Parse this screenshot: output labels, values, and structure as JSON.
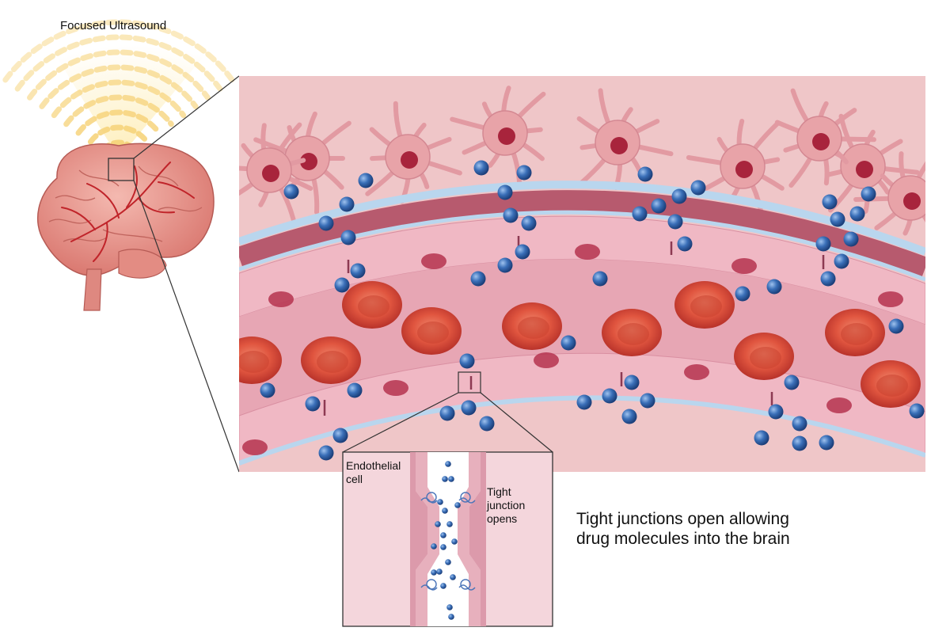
{
  "labels": {
    "ultrasound": "Focused Ultrasound",
    "endothelial_line1": "Endothelial",
    "endothelial_line2": "cell",
    "tight_line1": "Tight",
    "tight_line2": "junction",
    "tight_line3": "opens",
    "caption_line1": "Tight junctions open allowing",
    "caption_line2": "drug molecules into the brain"
  },
  "colors": {
    "ultrasound_wave": "#f6d37a",
    "brain": "#e89a92",
    "brain_vessel": "#c0242a",
    "tissue_background": "#efc6c8",
    "neuron": "#e8a3a8",
    "neuron_nucleus": "#a8243c",
    "vessel_wall": "#b75a6e",
    "basement_membrane": "#b9d6ee",
    "endothelium": "#f0b8c4",
    "red_blood_cell": "#e0553f",
    "drug_molecule": "#3a6fb8",
    "inset_background": "#f4d6dc"
  },
  "icons": [
    "ultrasound-wave-icon",
    "brain-icon",
    "neuron-icon",
    "red-blood-cell-icon",
    "drug-molecule-icon",
    "tight-junction-icon"
  ]
}
